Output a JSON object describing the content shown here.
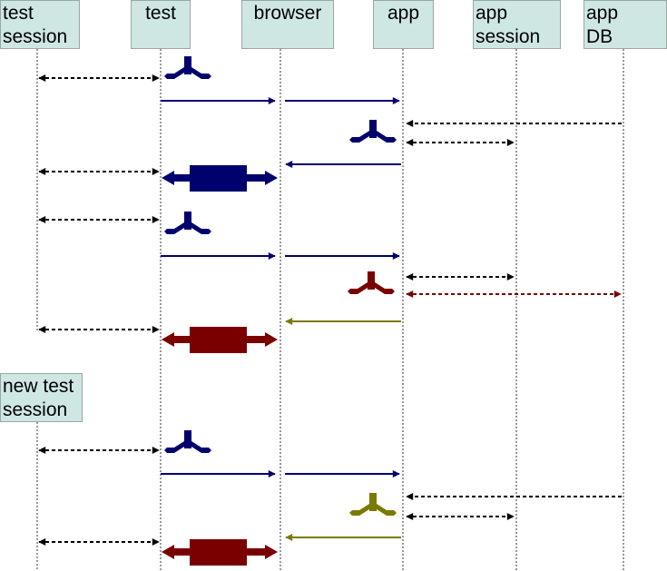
{
  "diagram": {
    "participants": [
      {
        "id": "test-session",
        "label": "test\nsession"
      },
      {
        "id": "test",
        "label": "test"
      },
      {
        "id": "browser",
        "label": "browser"
      },
      {
        "id": "app",
        "label": "app"
      },
      {
        "id": "app-session",
        "label": "app\nsession"
      },
      {
        "id": "app-db",
        "label": "app\nDB"
      }
    ],
    "new_participant": {
      "id": "new-test-session",
      "label": "new test\nsession"
    },
    "colors": {
      "navy": "#00006e",
      "maroon": "#7a0000",
      "olive": "#7a7a00",
      "black": "#000000",
      "header_fill": "#cfe7e3"
    }
  }
}
